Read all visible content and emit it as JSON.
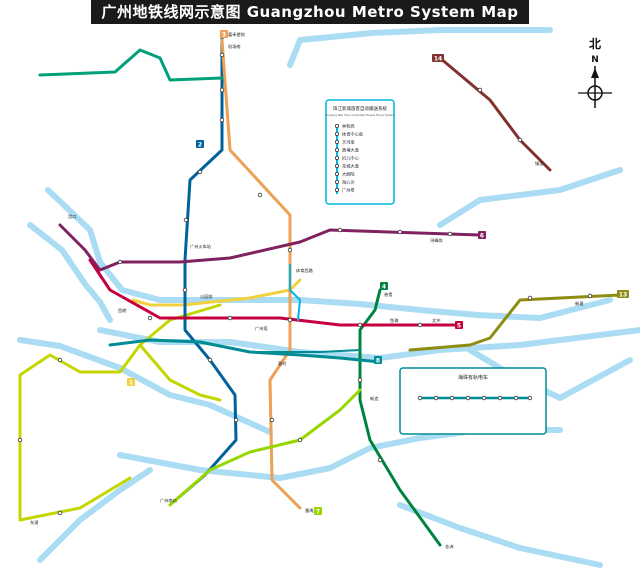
{
  "title": "广州地铁线网示意图  Guangzhou Metro System Map",
  "compass": {
    "label_cn": "北",
    "label_en": "N"
  },
  "legend_top": {
    "title_cn": "珠江新城旅客自动输送系统",
    "subtitle_en": "Zhujiang New Town Automated People Mover System",
    "stations": [
      "林和西",
      "体育中心南",
      "天河南",
      "黄埔大道",
      "妇儿中心",
      "花城大道",
      "大剧院",
      "海心沙",
      "广州塔"
    ]
  },
  "legend_bottom": {
    "title_cn": "海珠有轨电车"
  },
  "colors": {
    "line1": "#f3d03e",
    "line2": "#00629b",
    "line3": "#eca154",
    "line4": "#00843d",
    "line5": "#c5003e",
    "line6": "#80225f",
    "line7": "#97d700",
    "line8": "#008c95",
    "line13": "#8e8c13",
    "line14": "#81312f",
    "guangfo": "#c4d600",
    "apm": "#00b5e2",
    "river": "#aadcf3"
  },
  "line_badges": [
    "1",
    "2",
    "3",
    "4",
    "5",
    "6",
    "7",
    "8",
    "13",
    "14"
  ],
  "station_labels": [
    "嘉禾望岗",
    "机场南",
    "体育西路",
    "公园前",
    "广州火车站",
    "客村",
    "西朗",
    "番禺广场",
    "金洲",
    "东涌",
    "广州南站",
    "新造",
    "鱼珠",
    "文冲",
    "滘口",
    "浔峰岗",
    "香雪",
    "新塘",
    "镇龙",
    "广州塔"
  ]
}
